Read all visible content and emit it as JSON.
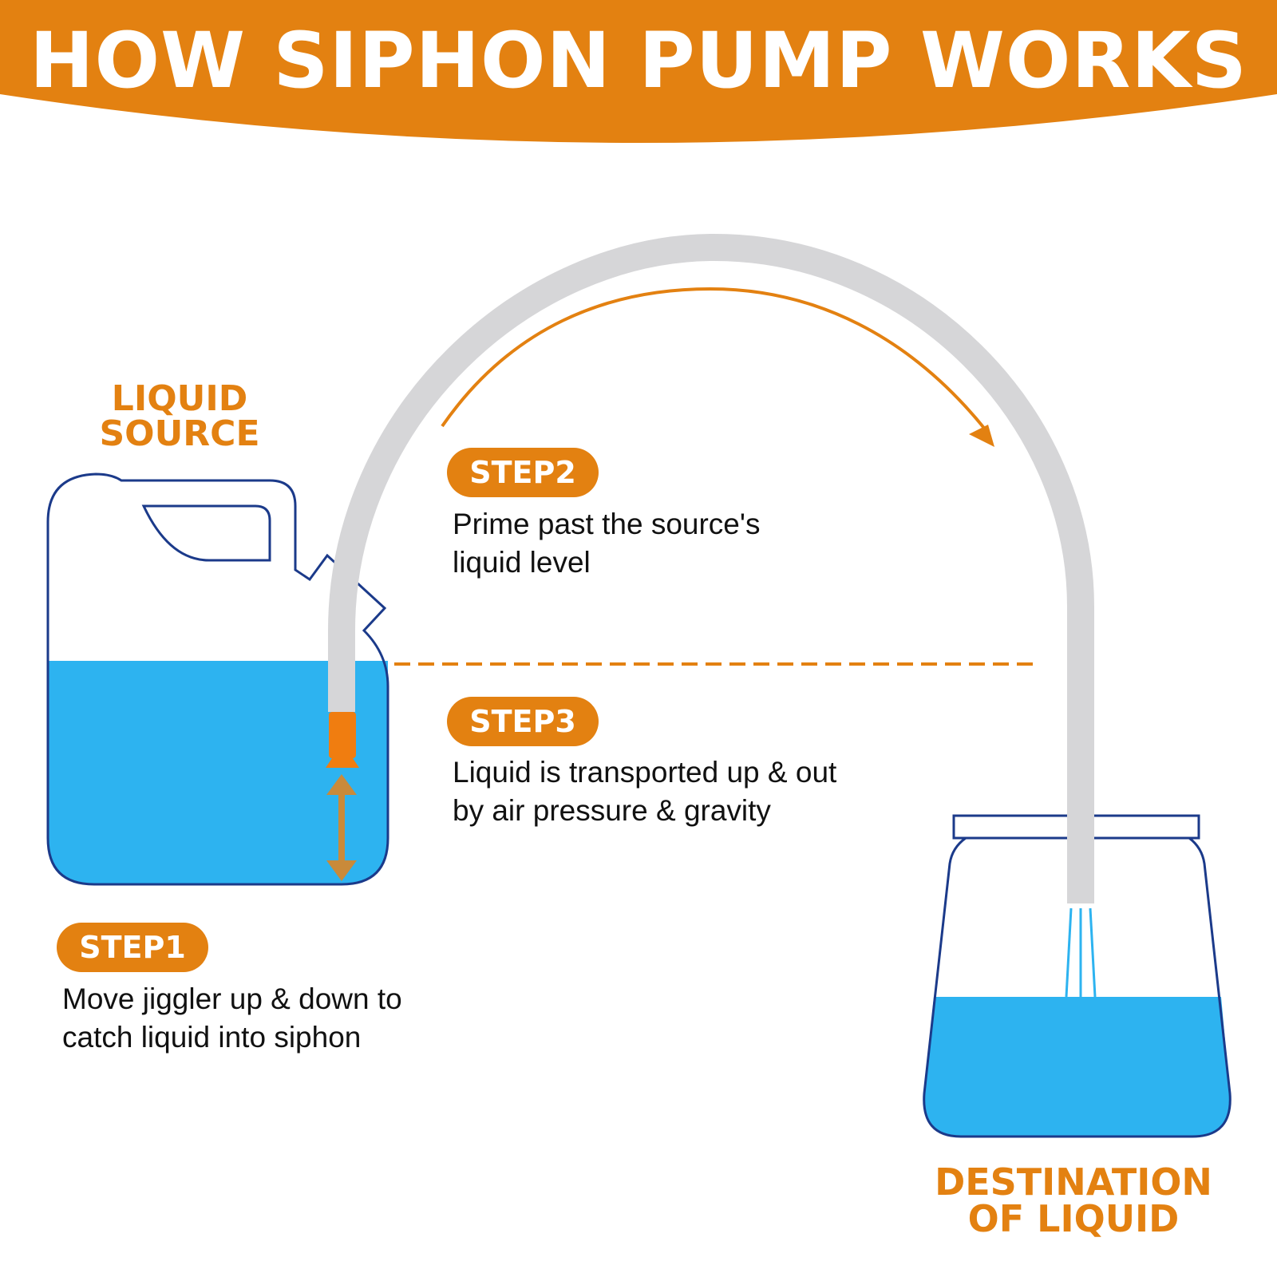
{
  "header": {
    "title": "HOW SIPHON PUMP WORKS",
    "color": "#e38111"
  },
  "labels": {
    "source": [
      "LIQUID",
      "SOURCE"
    ],
    "destination": [
      "DESTINATION",
      "OF LIQUID"
    ]
  },
  "steps": [
    {
      "badge": "STEP1",
      "lines": [
        "Move jiggler up & down to",
        "catch liquid into siphon"
      ]
    },
    {
      "badge": "STEP2",
      "lines": [
        "Prime past the source's",
        "liquid level"
      ]
    },
    {
      "badge": "STEP3",
      "lines": [
        "Liquid is transported up & out",
        "by air pressure & gravity"
      ]
    }
  ],
  "colors": {
    "accent": "#e38111",
    "liquid": "#2db3f0",
    "outline": "#1b3a8a",
    "tube": "#d6d6d8",
    "jiggler": "#f07d10",
    "arrow": "#c98a3a"
  },
  "icons": [
    "jerrycan-icon",
    "jar-icon",
    "siphon-tube-icon",
    "flow-arrow-icon",
    "jiggler-icon",
    "up-down-arrow-icon"
  ]
}
